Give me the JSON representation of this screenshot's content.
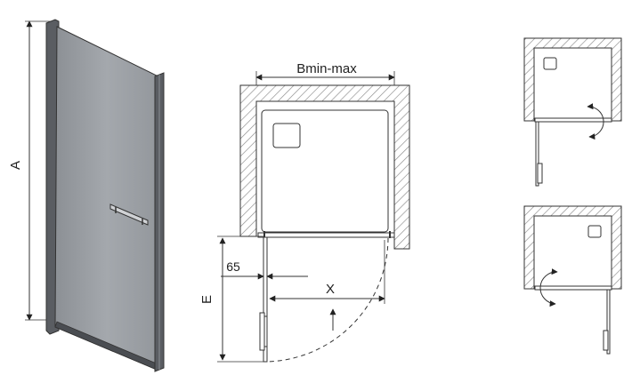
{
  "labels": {
    "height": "A",
    "width_range": "Bmin-max",
    "offset": "65",
    "door_swing": "X",
    "depth": "E"
  },
  "colors": {
    "wall_hatch": "#8a8a8a",
    "line": "#333333",
    "glass": "#9a9ea3",
    "frame": "#4a4d52"
  },
  "icons": {
    "door_perspective": "shower-door-3d-icon",
    "plan_main": "shower-plan-icon",
    "plan_variant_right": "shower-plan-right-hinge-icon",
    "plan_variant_left": "shower-plan-left-hinge-icon"
  }
}
